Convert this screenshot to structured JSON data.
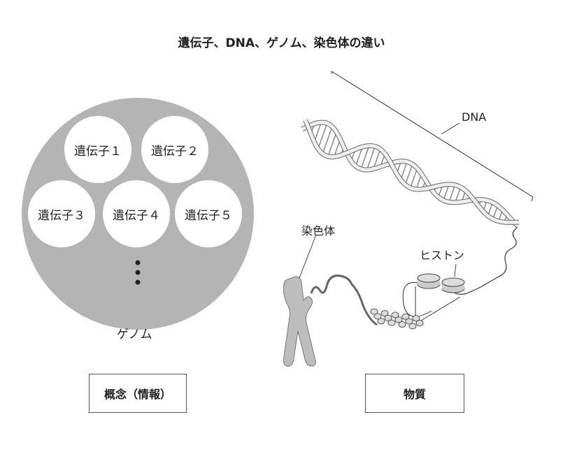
{
  "title": "遺伝子、DNA、ゲノム、染色体の違い",
  "genome": {
    "label": "ゲノム",
    "genes": [
      "遺伝子１",
      "遺伝子２",
      "遺伝子３",
      "遺伝子４",
      "遺伝子５"
    ]
  },
  "material": {
    "dna_label": "DNA",
    "chromosome_label": "染色体",
    "histone_label": "ヒストン"
  },
  "boxes": {
    "concept": "概念（情報）",
    "substance": "物質"
  },
  "colors": {
    "genome_fill": "#b4b4b4",
    "chromosome_fill": "#bdbdbd"
  }
}
